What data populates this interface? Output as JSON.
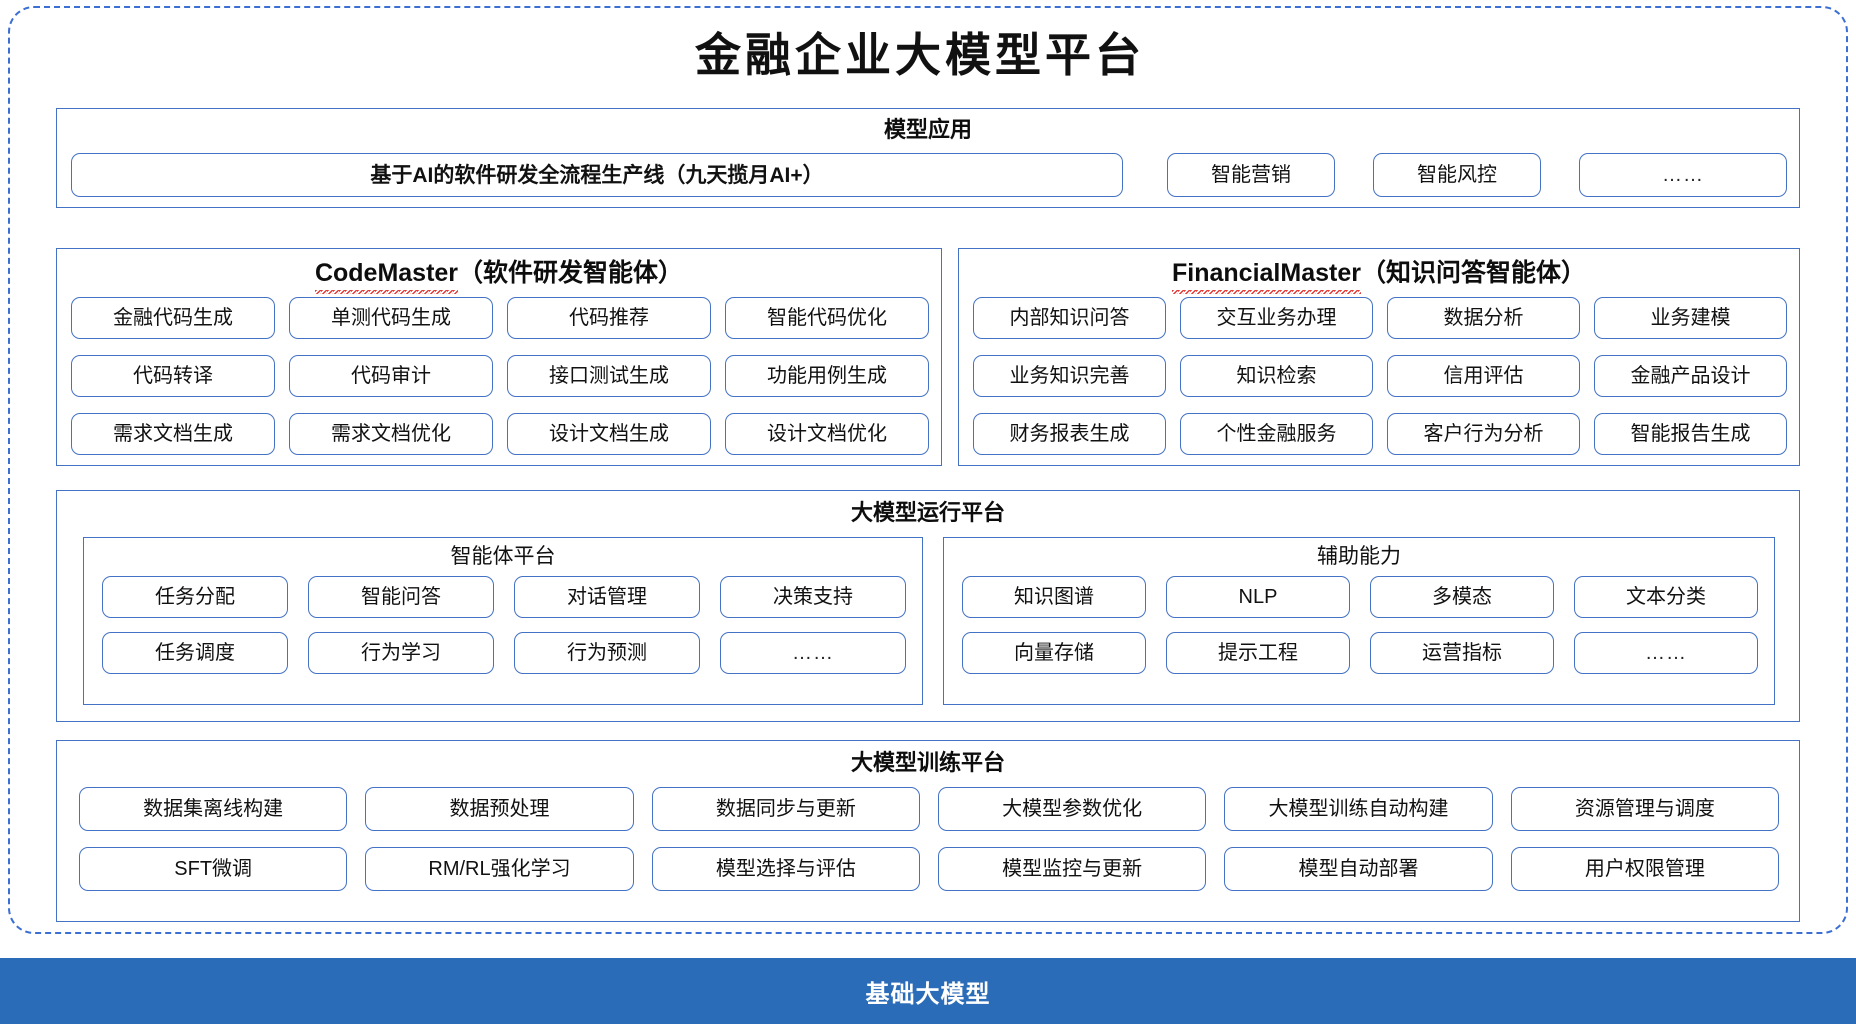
{
  "title": "金融企业大模型平台",
  "colors": {
    "accent_blue": "#4472c4",
    "frame_blue": "#3b6fd4",
    "base_bar_blue": "#2b6cb8",
    "spellcheck_red": "#e53935"
  },
  "sections": {
    "apps": {
      "title": "模型应用",
      "items": [
        "基于AI的软件研发全流程生产线（九天揽月AI+）",
        "智能营销",
        "智能风控",
        "……"
      ]
    },
    "code_master": {
      "name": "CodeMaster",
      "suffix": "（软件研发智能体）",
      "items": [
        "金融代码生成",
        "单测代码生成",
        "代码推荐",
        "智能代码优化",
        "代码转译",
        "代码审计",
        "接口测试生成",
        "功能用例生成",
        "需求文档生成",
        "需求文档优化",
        "设计文档生成",
        "设计文档优化"
      ]
    },
    "financial_master": {
      "name": "FinancialMaster",
      "suffix": "（知识问答智能体）",
      "items": [
        "内部知识问答",
        "交互业务办理",
        "数据分析",
        "业务建模",
        "业务知识完善",
        "知识检索",
        "信用评估",
        "金融产品设计",
        "财务报表生成",
        "个性金融服务",
        "客户行为分析",
        "智能报告生成"
      ]
    },
    "runtime": {
      "title": "大模型运行平台",
      "agent_platform": {
        "title": "智能体平台",
        "items": [
          "任务分配",
          "智能问答",
          "对话管理",
          "决策支持",
          "任务调度",
          "行为学习",
          "行为预测",
          "……"
        ]
      },
      "auxiliary": {
        "title": "辅助能力",
        "items": [
          "知识图谱",
          "NLP",
          "多模态",
          "文本分类",
          "向量存储",
          "提示工程",
          "运营指标",
          "……"
        ]
      }
    },
    "training": {
      "title": "大模型训练平台",
      "items": [
        "数据集离线构建",
        "数据预处理",
        "数据同步与更新",
        "大模型参数优化",
        "大模型训练自动构建",
        "资源管理与调度",
        "SFT微调",
        "RM/RL强化学习",
        "模型选择与评估",
        "模型监控与更新",
        "模型自动部署",
        "用户权限管理"
      ]
    },
    "base": {
      "title": "基础大模型"
    }
  }
}
